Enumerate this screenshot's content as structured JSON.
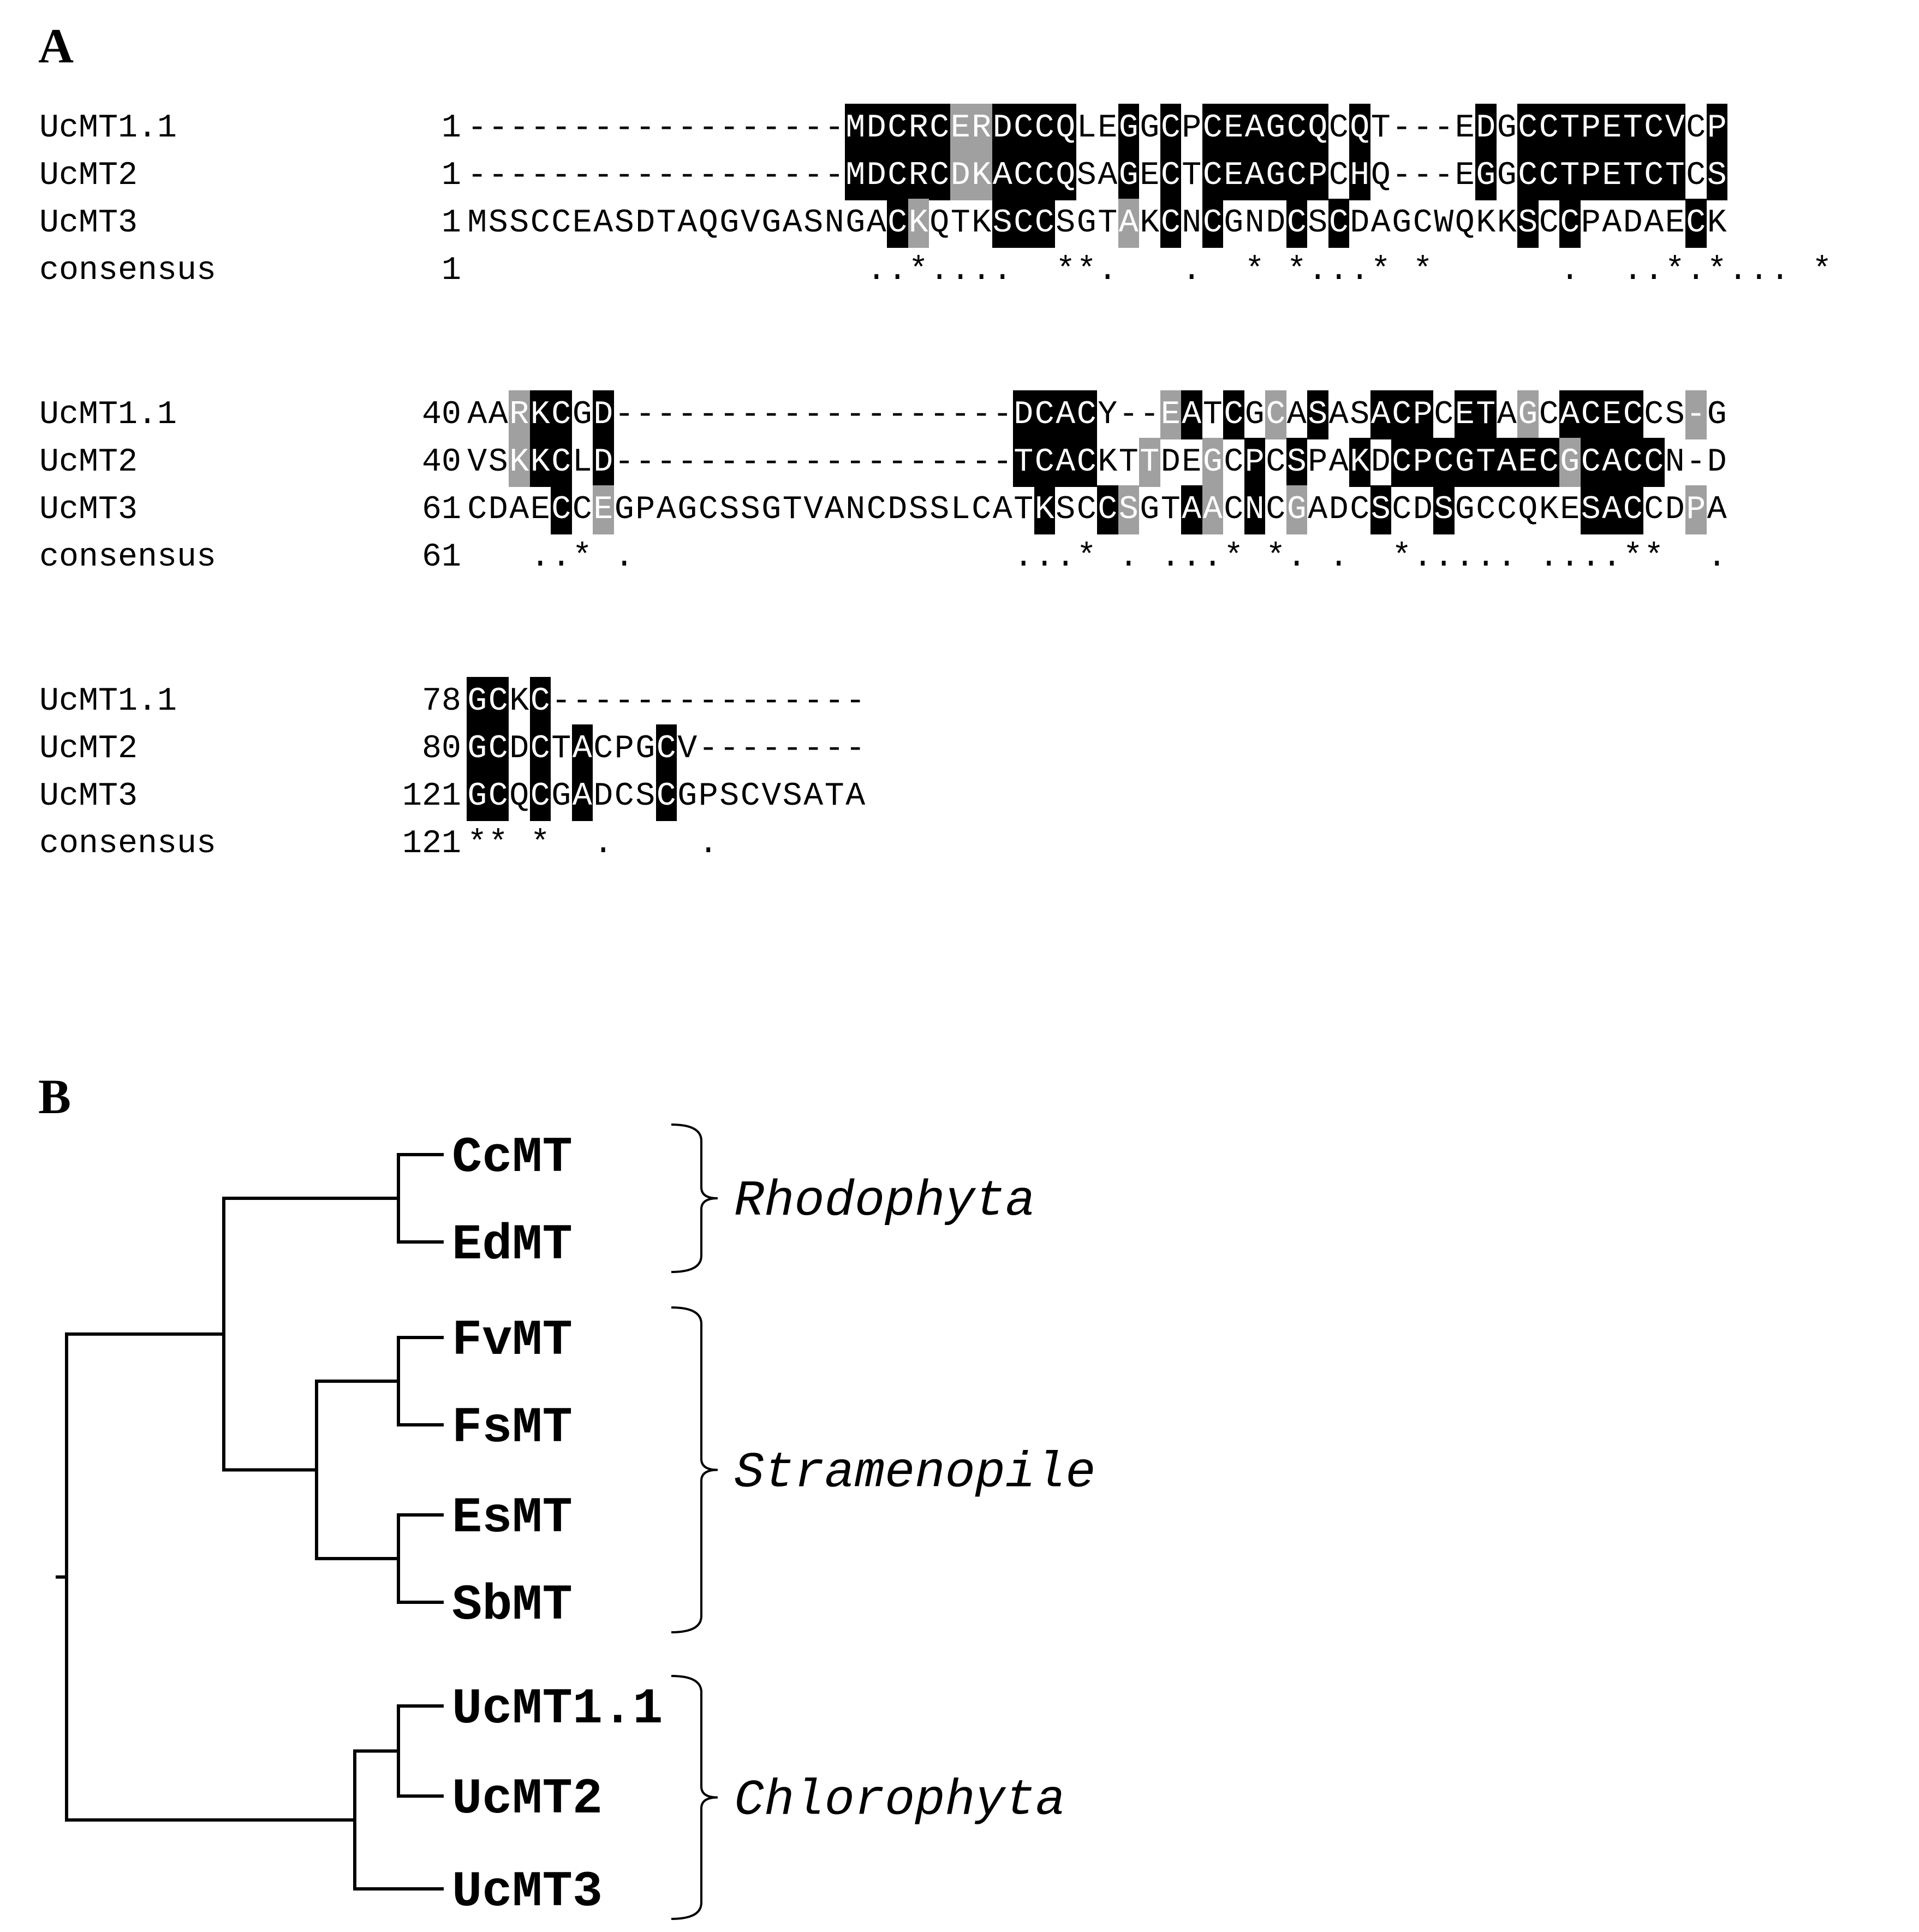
{
  "panels": {
    "a": "A",
    "b": "B"
  },
  "alignment": {
    "colors": {
      "identical": "#000000",
      "similar": "#a0a0a0",
      "text": "#000000"
    },
    "blocks": [
      {
        "rows": [
          {
            "name": "UcMT1.1",
            "num": "1",
            "seq": "------------------MDCRCERDCCQLEGGCPCEAGCQCQT---EDGCCTPETCVCP",
            "shade": "                  bbbbbggbbbb  b b bbbbbb b     b bbbbbbbb b "
          },
          {
            "name": "UcMT2",
            "num": "1",
            "seq": "------------------MDCRCDKACCQSAGECTCEAGCPCHQ---EGGCCTPETCTCS",
            "shade": "                  bbbbbggbbbb  b b bbbbbb b     b bbbbbbbb b "
          },
          {
            "name": "UcMT3",
            "num": "1",
            "seq": "MSSCCEASDTAQGVGASNGACKQTKSCCSGTAKCNCGNDCSCDAGCWQKKSCCPADAECK",
            "shade": "                    bg   bbb   g b b   b b        b b     b "
          },
          {
            "name": "consensus",
            "num": "1",
            "seq": "                   ..*....  **.   .  * *...* *      .  ..*.*... *",
            "shade": ""
          }
        ]
      },
      {
        "rows": [
          {
            "name": "UcMT1.1",
            "num": "40",
            "seq": "AARKCGD-------------------DCACY--EATCGCASASACPCETAGCACECCS-G",
            "shade": "  gbb b                   bbbb   gb b g b  bbb bb g bbbb  g"
          },
          {
            "name": "UcMT2",
            "num": "40",
            "seq": "VSKKCLD-------------------TCACKTTDEGCPCSPAKDCPCGTAECGCACCN-D",
            "shade": "  gbb b                   bbbb  g  g b b  b bbbbbbbbgbbbb   "
          },
          {
            "name": "UcMT3",
            "num": "61",
            "seq": "CDAECCEGPAGCSSGTVANCDSSLCATKSCCSGTAACNCGADCSCDSGCCQKESACCDPA",
            "shade": "    b g                    b  bg  bg b g   b  b      bbb  g"
          },
          {
            "name": "consensus",
            "num": "61",
            "seq": "   ..* .                  ...* . ...* *. .  *..... ....**  .",
            "shade": ""
          }
        ]
      },
      {
        "rows": [
          {
            "name": "UcMT1.1",
            "num": "78",
            "seq": "GCKC---------------",
            "shade": "bb b               "
          },
          {
            "name": "UcMT2",
            "num": "80",
            "seq": "GCDCTACPGCV--------",
            "shade": "bb b b   b         "
          },
          {
            "name": "UcMT3",
            "num": "121",
            "seq": "GCQCGADCSCGPSCVSATA",
            "shade": "bb b b   b         "
          },
          {
            "name": "consensus",
            "num": "121",
            "seq": "** *  .    .",
            "shade": ""
          }
        ]
      }
    ]
  },
  "tree": {
    "leaves": [
      "CcMT",
      "EdMT",
      "FvMT",
      "FsMT",
      "EsMT",
      "SbMT",
      "UcMT1.1",
      "UcMT2",
      "UcMT3"
    ],
    "clades": [
      {
        "label": "Rhodophyta",
        "from": 0,
        "to": 1
      },
      {
        "label": "Stramenopile",
        "from": 2,
        "to": 5
      },
      {
        "label": "Chlorophyta",
        "from": 6,
        "to": 8
      }
    ]
  }
}
